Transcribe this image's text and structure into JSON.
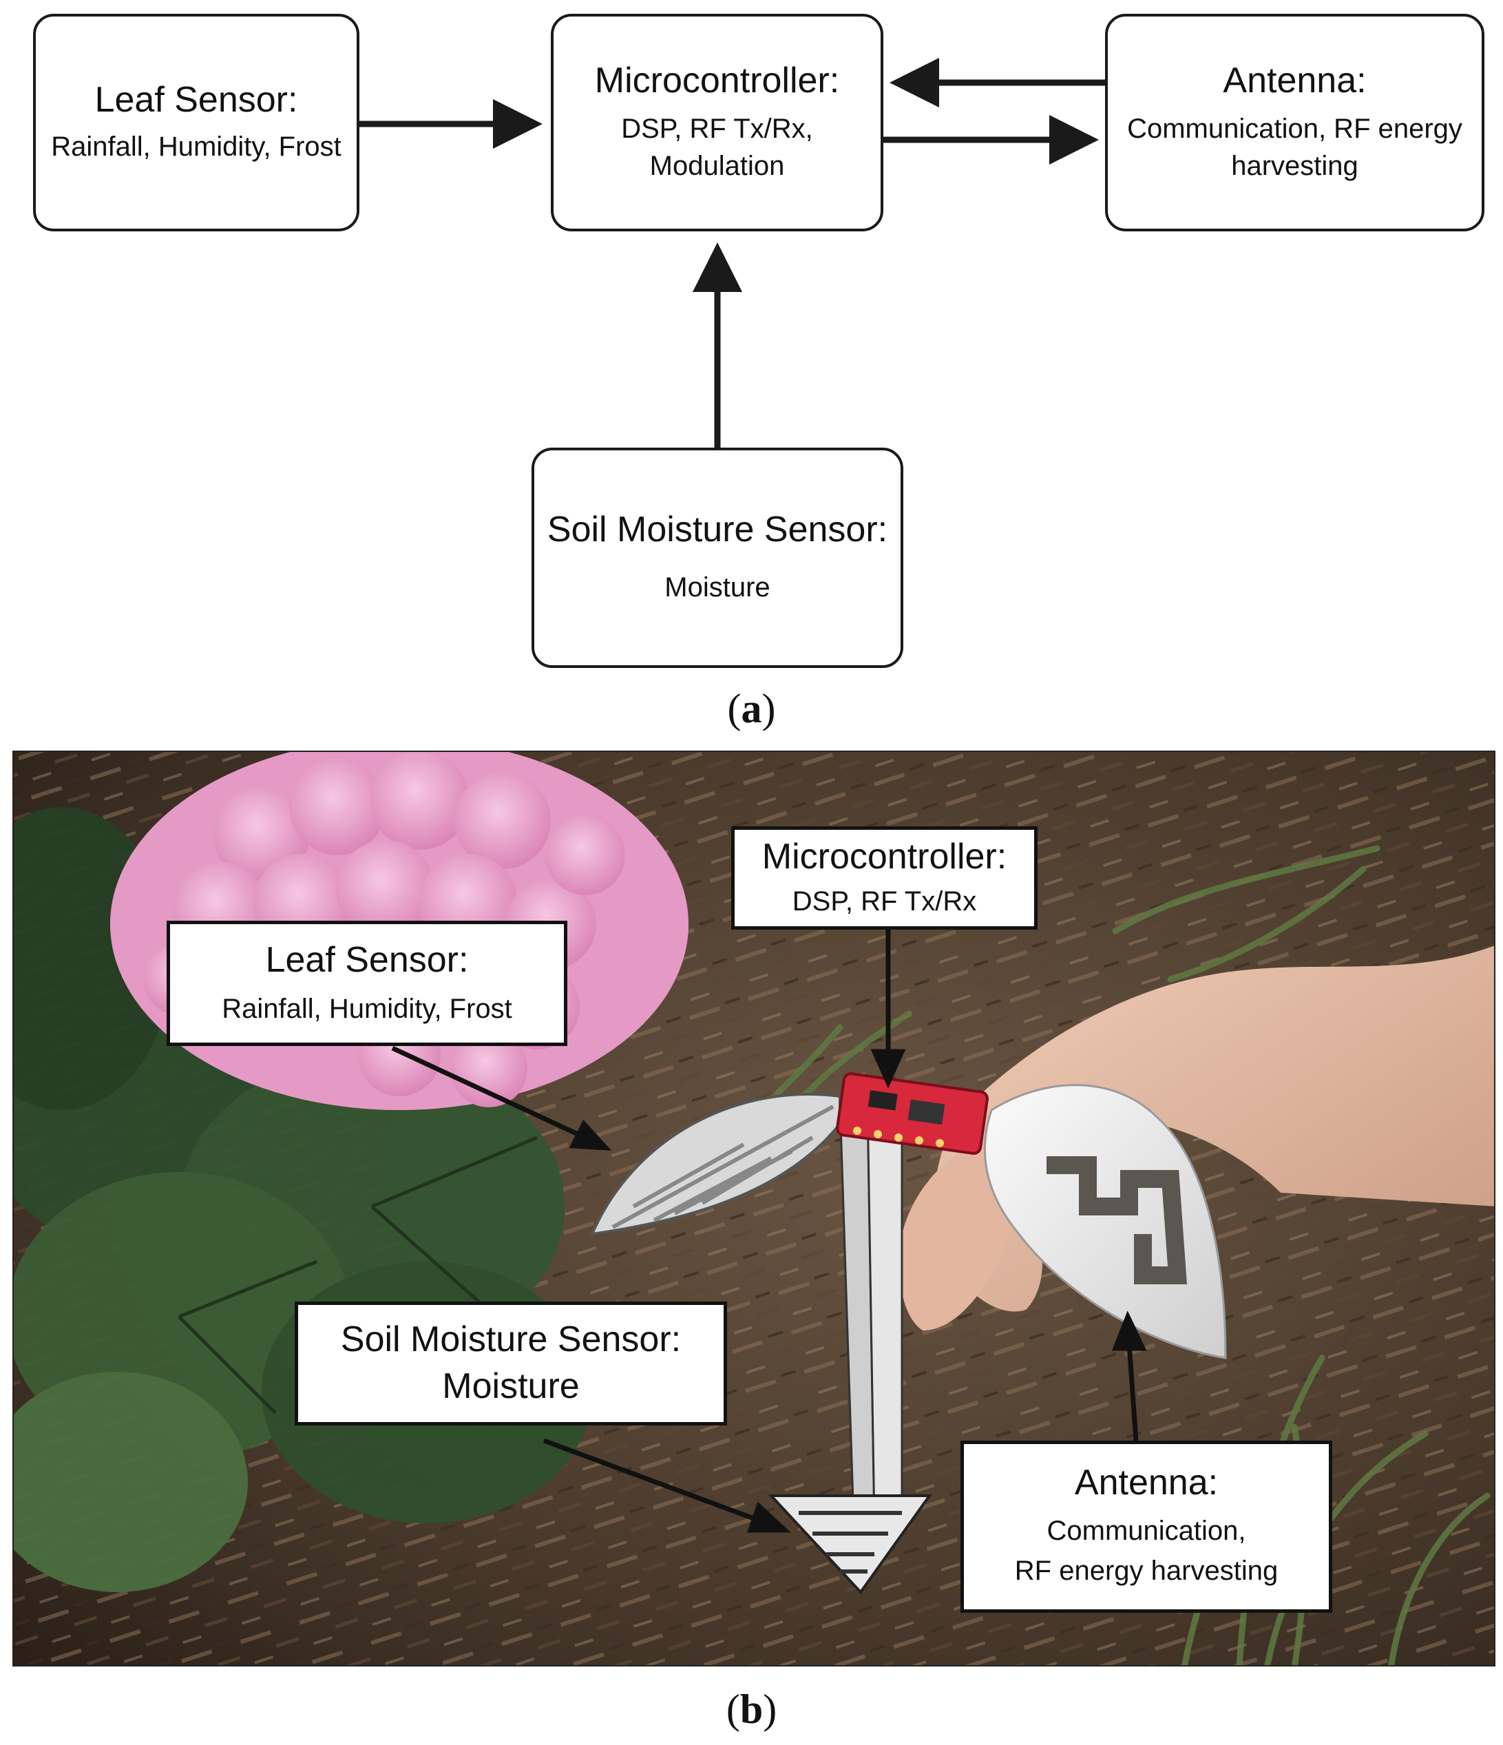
{
  "panel_a": {
    "caption_open": "(",
    "caption_letter": "a",
    "caption_close": ")",
    "blocks": {
      "leaf_sensor": {
        "title": "Leaf Sensor:",
        "sub": "Rainfall, Humidity, Frost"
      },
      "microcontroller": {
        "title": "Microcontroller:",
        "sub_lines": [
          "DSP, RF Tx/Rx,",
          "Modulation"
        ]
      },
      "antenna": {
        "title": "Antenna:",
        "sub_lines": [
          "Communication, RF energy",
          "harvesting"
        ]
      },
      "soil_sensor": {
        "title": "Soil Moisture Sensor:",
        "sub": "Moisture"
      }
    }
  },
  "panel_b": {
    "caption_open": "(",
    "caption_letter": "b",
    "caption_close": ")",
    "labels": {
      "microcontroller": {
        "title": "Microcontroller:",
        "sub": "DSP, RF Tx/Rx"
      },
      "leaf_sensor": {
        "title": "Leaf Sensor:",
        "sub": "Rainfall, Humidity, Frost"
      },
      "soil_sensor": {
        "title": "Soil Moisture Sensor:",
        "sub": "Moisture"
      },
      "antenna": {
        "title": "Antenna:",
        "sub_lines": [
          "Communication,",
          "RF energy harvesting"
        ]
      }
    }
  },
  "colors": {
    "stroke": "#1a1a1a",
    "soil": "#4a3a2c",
    "hydrangea": "#e59ac6",
    "foliage": "#2f4a2c",
    "board": "#d8283c"
  }
}
